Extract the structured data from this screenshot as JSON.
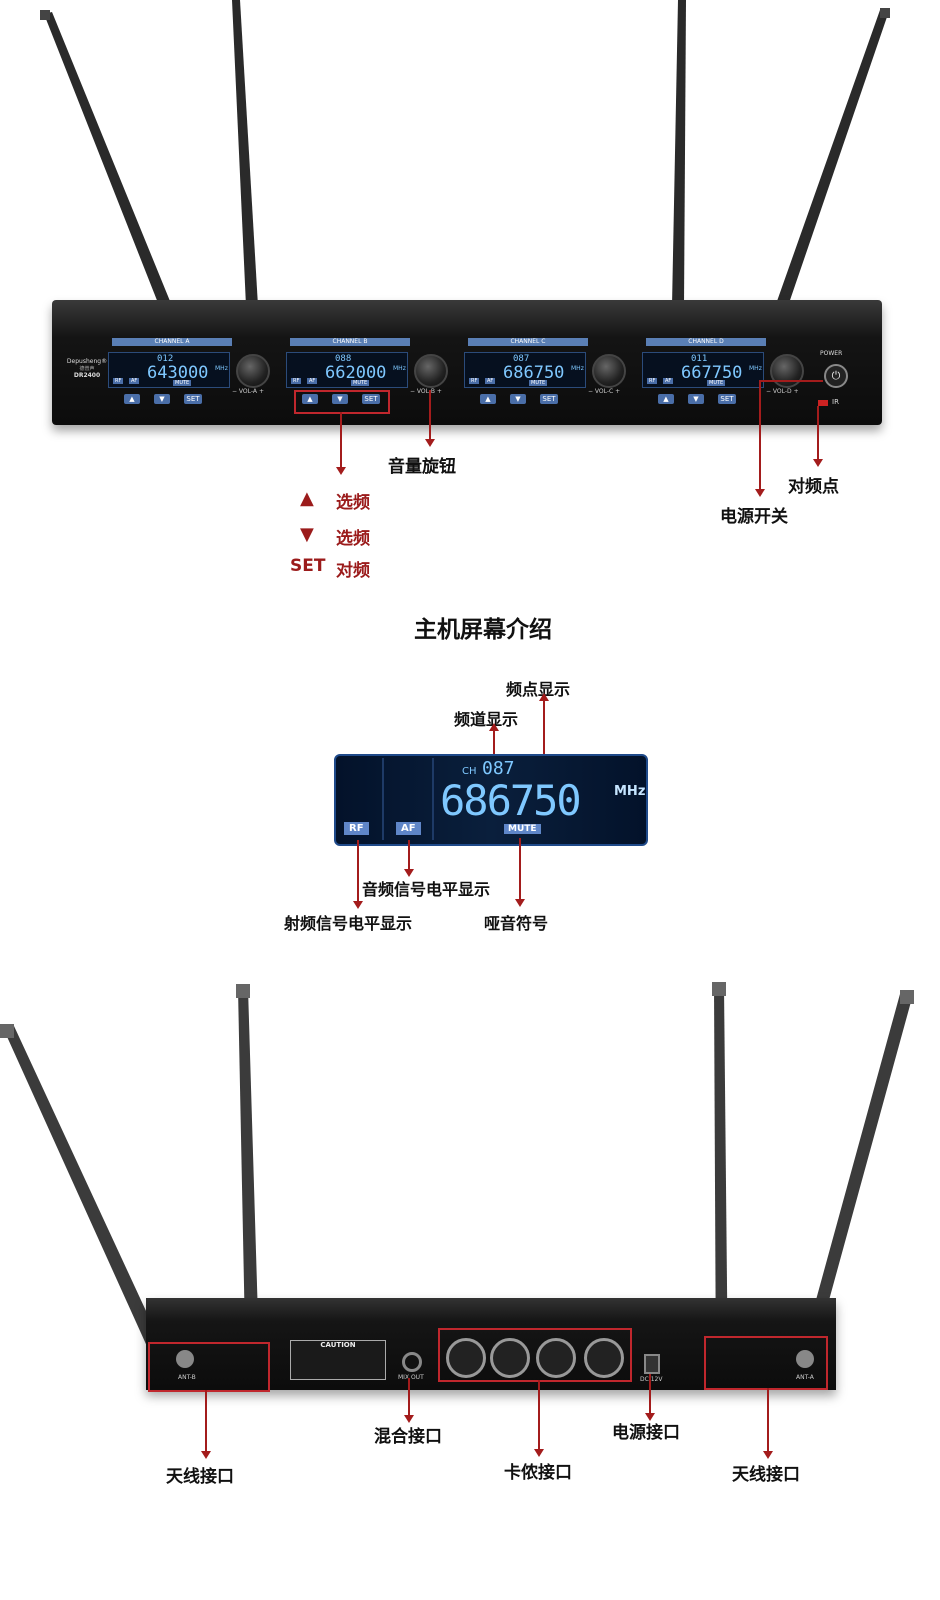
{
  "front_panel": {
    "brand": "Depusheng®",
    "brand_sub": "德普声",
    "model": "DR2400",
    "channels": [
      {
        "name": "CHANNEL A",
        "ch": "012",
        "freq": "643000",
        "vol": "− VOL-A +"
      },
      {
        "name": "CHANNEL B",
        "ch": "088",
        "freq": "662000",
        "vol": "− VOL-B +"
      },
      {
        "name": "CHANNEL C",
        "ch": "087",
        "freq": "686750",
        "vol": "− VOL-C +"
      },
      {
        "name": "CHANNEL D",
        "ch": "011",
        "freq": "667750",
        "vol": "− VOL-D +"
      }
    ],
    "mhz": "MHz",
    "rf": "RF",
    "af": "AF",
    "mute": "MUTE",
    "btn_up": "▲",
    "btn_down": "▼",
    "btn_set": "SET",
    "power": "POWER",
    "ir": "IR"
  },
  "callouts": {
    "volume_knob": "音量旋钮",
    "ir_point": "对频点",
    "power_switch": "电源开关",
    "up_icon": "▲",
    "up_label": "选频",
    "down_icon": "▼",
    "down_label": "选频",
    "set_icon": "SET",
    "set_label": "对频"
  },
  "screen_section": {
    "title": "主机屏幕介绍",
    "freq_display": "频点显示",
    "channel_display": "频道显示",
    "ch": "CH",
    "ch_value": "087",
    "freq_value": "686750",
    "mhz": "MHz",
    "rf": "RF",
    "af": "AF",
    "mute": "MUTE",
    "af_level": "音频信号电平显示",
    "rf_level": "射频信号电平显示",
    "mute_symbol": "哑音符号"
  },
  "rear_panel": {
    "caution": "CAUTION",
    "ant_b": "ANT-B",
    "ant_a": "ANT-A",
    "mix_out": "MIX OUT",
    "dc": "DC 12V",
    "antenna_port_left": "天线接口",
    "mix_port": "混合接口",
    "xlr_port": "卡侬接口",
    "power_port": "电源接口",
    "antenna_port_right": "天线接口"
  }
}
